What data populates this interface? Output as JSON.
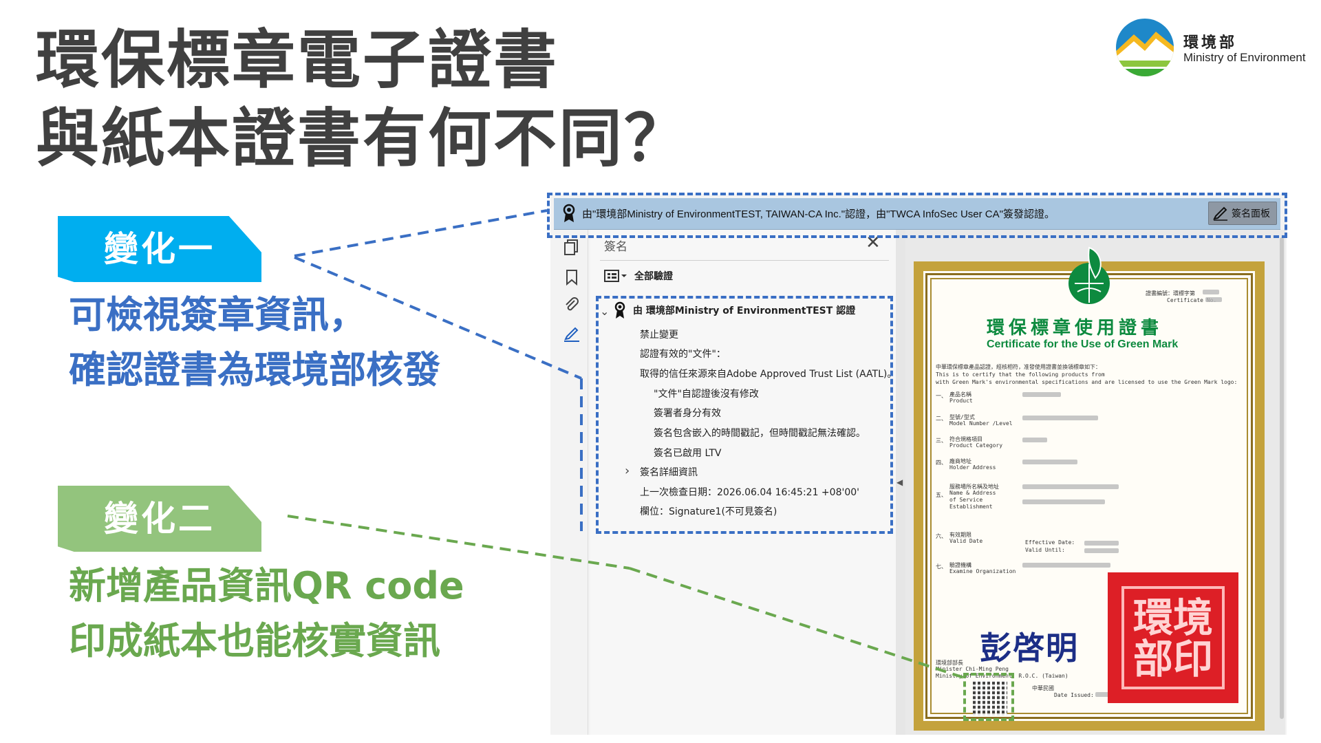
{
  "title": {
    "line1": "環保標章電子證書",
    "line2": "與紙本證書有何不同？"
  },
  "logo": {
    "name_zh": "環境部",
    "name_en": "Ministry of Environment"
  },
  "change1": {
    "tag": "變化一",
    "line1": "可檢視簽章資訊，",
    "line2": "確認證書為環境部核發",
    "color": "#00aeef"
  },
  "change2": {
    "tag": "變化二",
    "line1": "新增產品資訊QR code",
    "line2": "印成紙本也能核實資訊",
    "color": "#93c47d"
  },
  "pdf_viewer": {
    "signature_bar": "由\"環境部Ministry of EnvironmentTEST, TAIWAN-CA Inc.\"認證，由\"TWCA InfoSec User CA\"簽發認證。",
    "signature_panel_button": "簽名面板",
    "panel": {
      "title": "簽名",
      "verify_all": "全部驗證",
      "cert_header": "由 環境部Ministry of EnvironmentTEST 認證",
      "lines": [
        "禁止變更",
        "認證有效的\"文件\"：",
        "取得的信任來源來自Adobe Approved Trust List (AATL)。",
        "\"文件\"自認證後沒有修改",
        "簽署者身分有效",
        "簽名包含嵌入的時間戳記，但時間戳記無法確認。",
        "簽名已啟用 LTV",
        "簽名詳細資訊",
        "上一次檢查日期：2026.06.04 16:45:21 +08'00'",
        "欄位：Signature1(不可見簽名)"
      ]
    },
    "certificate": {
      "title_zh": "環保標章使用證書",
      "title_en": "Certificate for the Use of Green Mark",
      "cert_no_label": "證書編號：環標字第",
      "cert_no_en": "Certificate No.",
      "intro_zh": "中華環保標章產品認證，經核相符，准發使用證書並換領標章如下：",
      "intro_en1": "This is to certify that the following products from",
      "intro_en2": "with Green Mark's environmental specifications and are licensed to use the Green Mark logo:",
      "fields": [
        {
          "num": "一、",
          "zh": "產品名稱",
          "en": "Product"
        },
        {
          "num": "二、",
          "zh": "型號/型式",
          "en": "Model Number /Level"
        },
        {
          "num": "三、",
          "zh": "符合規格項目",
          "en": "Product Category"
        },
        {
          "num": "四、",
          "zh": "廠商地址",
          "en": "Holder Address"
        },
        {
          "num": "五、",
          "zh": "服務場所名稱及地址",
          "en": "Name & Address of Service Establishment"
        },
        {
          "num": "六、",
          "zh": "有效期限",
          "en": "Valid Date"
        },
        {
          "num": "七、",
          "zh": "驗證機構",
          "en": "Examine Organization"
        }
      ],
      "effective_label": "Effective Date:",
      "valid_until_label": "Valid Until:",
      "minister_zh": "環境部部長",
      "minister_en": "Minister Chi-Ming Peng",
      "ministry_en": "Ministry of Environment, R.O.C. (Taiwan)",
      "date_zh": "中華民國",
      "date_issued": "Date Issued:",
      "signature": "彭啓明",
      "seal_text": "環境部印"
    }
  }
}
